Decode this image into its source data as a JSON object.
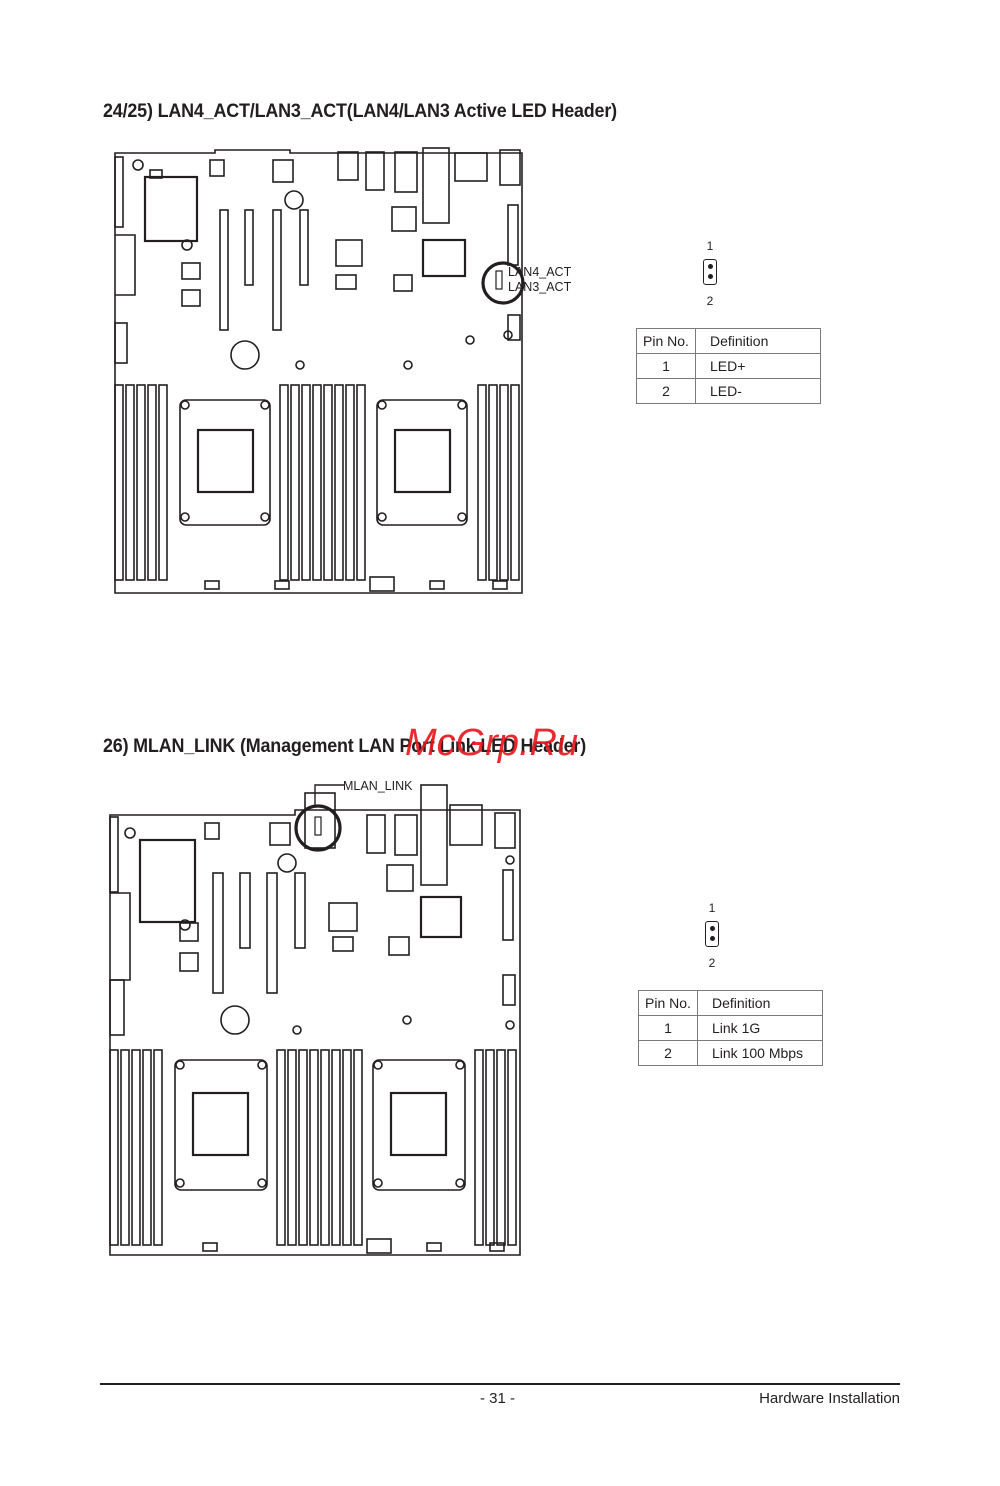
{
  "section1": {
    "heading": "24/25)    LAN4_ACT/LAN3_ACT(LAN4/LAN3 Active LED Header)",
    "callout_line1": "LAN4_ACT",
    "callout_line2": "LAN3_ACT",
    "pin_top": "1",
    "pin_bottom": "2",
    "table": {
      "headers": [
        "Pin No.",
        "Definition"
      ],
      "rows": [
        [
          "1",
          "LED+"
        ],
        [
          "2",
          "LED-"
        ]
      ]
    }
  },
  "section2": {
    "heading": "26)  MLAN_LINK (Management LAN Port  Link LED Header)",
    "callout": "MLAN_LINK",
    "pin_top": "1",
    "pin_bottom": "2",
    "table": {
      "headers": [
        "Pin No.",
        "Definition"
      ],
      "rows": [
        [
          "1",
          "Link 1G"
        ],
        [
          "2",
          "Link 100 Mbps"
        ]
      ]
    }
  },
  "watermark": "McGrp.Ru",
  "footer": {
    "page_number": "- 31 -",
    "section": "Hardware Installation"
  }
}
